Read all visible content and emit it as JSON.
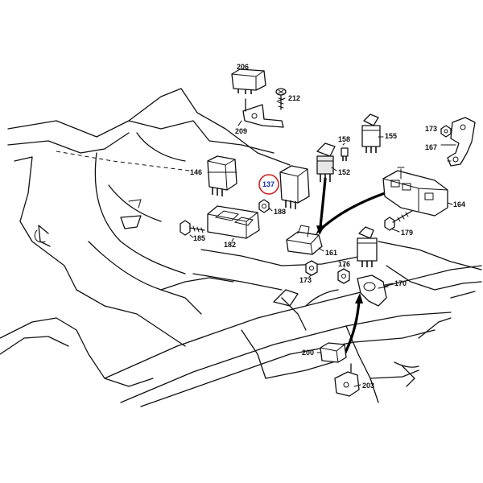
{
  "highlight": {
    "label": "137",
    "ring_color": "#cc2222",
    "text_color": "#1a2fa8"
  },
  "labels": {
    "p206": "206",
    "p212": "212",
    "p209": "209",
    "p158": "158",
    "p155": "155",
    "p173a": "173",
    "p167": "167",
    "p146": "146",
    "p152": "152",
    "p188": "188",
    "p185": "185",
    "p182": "182",
    "p164": "164",
    "p179": "179",
    "p161": "161",
    "p176": "176",
    "p173b": "173",
    "p170": "170",
    "p200": "200",
    "p203": "203"
  }
}
